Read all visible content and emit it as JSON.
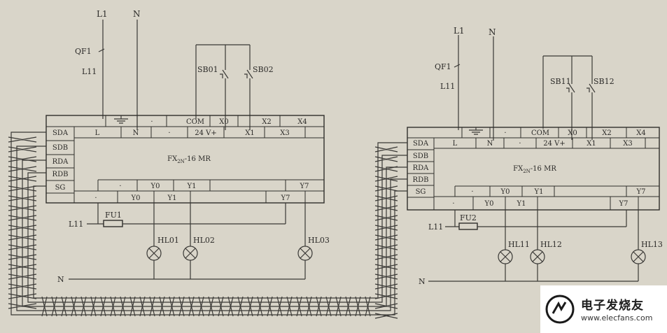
{
  "colors": {
    "paper": "#d9d5c9",
    "ink": "#2f2e2b"
  },
  "diagrams": [
    {
      "supply": {
        "phase": "L1",
        "neutral": "N",
        "breaker": "QF1",
        "branch": "L11"
      },
      "switches": [
        "SB01",
        "SB02"
      ],
      "plc_model": "FX2N-16MR",
      "plc_model_base": "FX",
      "plc_model_sub": "2N",
      "plc_model_suffix": "-16 MR",
      "input_row_top": [
        "",
        "",
        "·",
        "COM",
        "X0",
        "X2",
        "X4"
      ],
      "input_row_bottom": [
        "L",
        "N",
        "·",
        "24 V+",
        "X1",
        "X3"
      ],
      "comm_ports": [
        "SDA",
        "SDB",
        "RDA",
        "RDB",
        "SG"
      ],
      "output_row_top": [
        "·",
        "Y0",
        "Y1",
        "Y7"
      ],
      "output_row_bottom": [
        "·",
        "Y0",
        "Y1",
        "Y7"
      ],
      "fuse": "FU1",
      "fuse_feed": "L11",
      "lamps": [
        "HL01",
        "HL02",
        "HL03"
      ],
      "return": "N"
    },
    {
      "supply": {
        "phase": "L1",
        "neutral": "N",
        "breaker": "QF1",
        "branch": "L11"
      },
      "switches": [
        "SB11",
        "SB12"
      ],
      "plc_model": "FX2N-16MR",
      "plc_model_base": "FX",
      "plc_model_sub": "2N",
      "plc_model_suffix": "-16 MR",
      "input_row_top": [
        "",
        "",
        "·",
        "COM",
        "X0",
        "X2",
        "X4"
      ],
      "input_row_bottom": [
        "L",
        "N",
        "·",
        "24 V+",
        "X1",
        "X3"
      ],
      "comm_ports": [
        "SDA",
        "SDB",
        "RDA",
        "RDB",
        "SG"
      ],
      "output_row_top": [
        "·",
        "Y0",
        "Y1",
        "Y7"
      ],
      "output_row_bottom": [
        "·",
        "Y0",
        "Y1",
        "Y7"
      ],
      "fuse": "FU2",
      "fuse_feed": "L11",
      "lamps": [
        "HL11",
        "HL12",
        "HL13"
      ],
      "return": "N"
    }
  ],
  "watermark": {
    "title": "电子发烧友",
    "url": "www.elecfans.com"
  }
}
